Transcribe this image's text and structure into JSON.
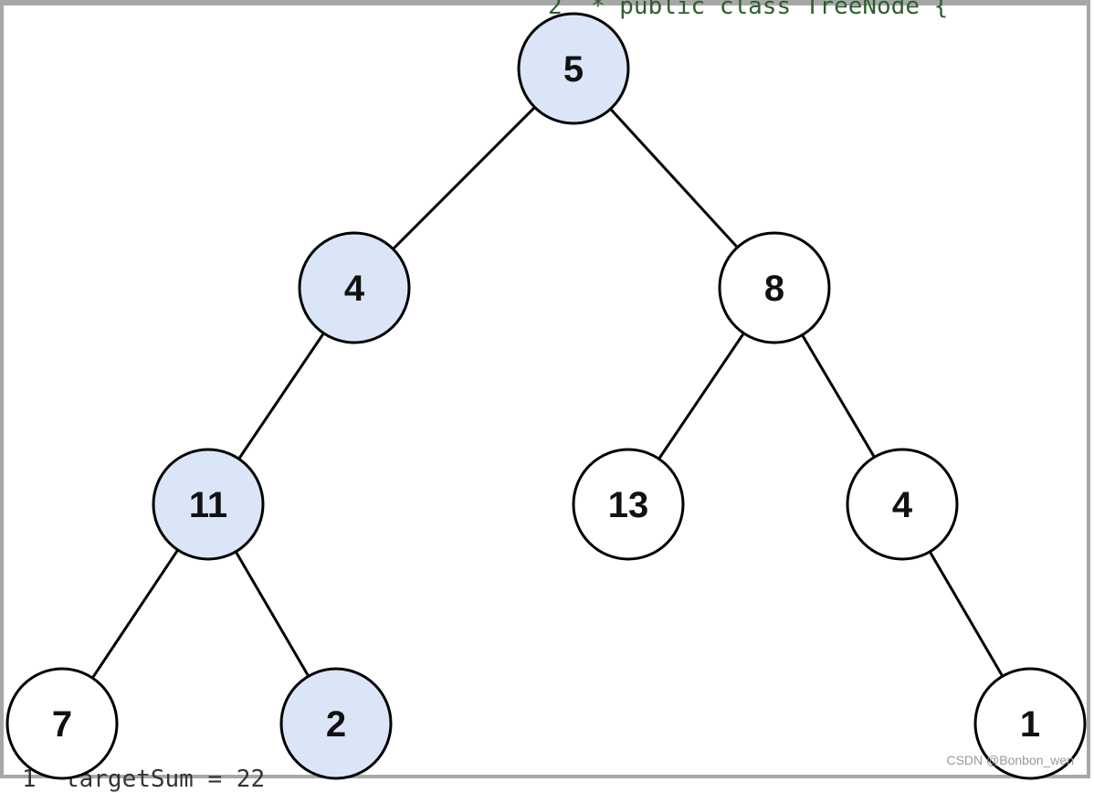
{
  "colors": {
    "highlight_fill": "#dae6f8",
    "plain_fill": "#ffffff",
    "stroke": "#000000"
  },
  "tree": {
    "nodes": [
      {
        "id": "n5",
        "label": "5",
        "highlighted": true
      },
      {
        "id": "n4a",
        "label": "4",
        "highlighted": true
      },
      {
        "id": "n8",
        "label": "8",
        "highlighted": false
      },
      {
        "id": "n11",
        "label": "11",
        "highlighted": true
      },
      {
        "id": "n13",
        "label": "13",
        "highlighted": false
      },
      {
        "id": "n4b",
        "label": "4",
        "highlighted": false
      },
      {
        "id": "n7",
        "label": "7",
        "highlighted": false
      },
      {
        "id": "n2",
        "label": "2",
        "highlighted": true
      },
      {
        "id": "n1",
        "label": "1",
        "highlighted": false
      }
    ],
    "edges": [
      [
        "n5",
        "n4a"
      ],
      [
        "n5",
        "n8"
      ],
      [
        "n4a",
        "n11"
      ],
      [
        "n8",
        "n13"
      ],
      [
        "n8",
        "n4b"
      ],
      [
        "n11",
        "n7"
      ],
      [
        "n11",
        "n2"
      ],
      [
        "n4b",
        "n1"
      ]
    ]
  },
  "background_code": {
    "top_line": "2  * public class TreeNode {",
    "bottom_line": "1  targetSum = 22"
  },
  "watermark": "CSDN @Bonbon_wen"
}
